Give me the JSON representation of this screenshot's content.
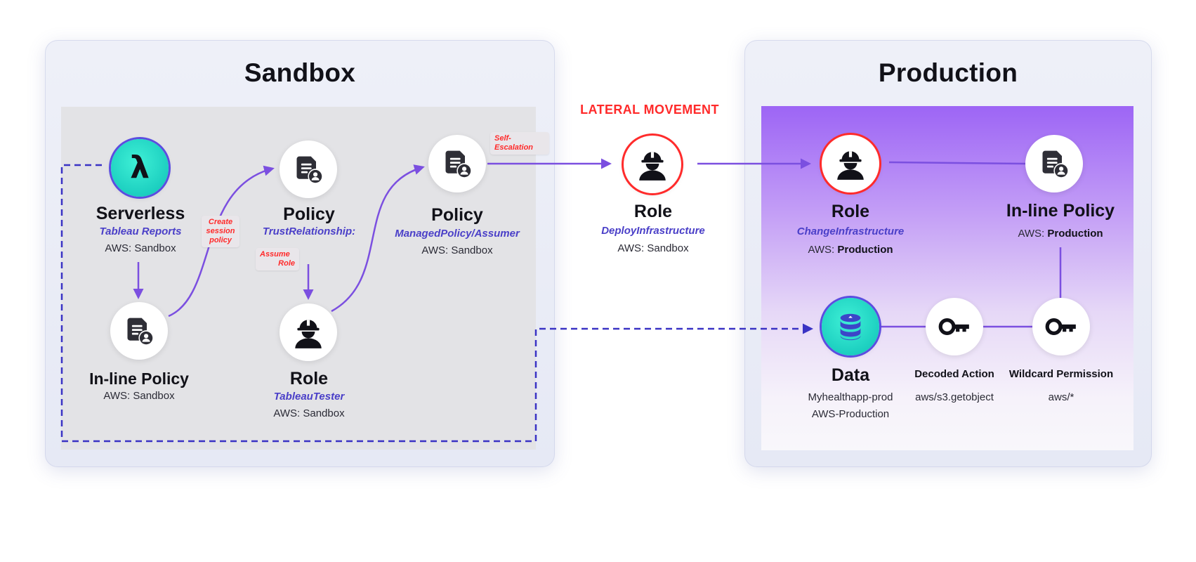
{
  "sandbox": {
    "title": "Sandbox",
    "serverless": {
      "title": "Serverless",
      "subtitle": "Tableau Reports",
      "env": "AWS: Sandbox"
    },
    "inline_policy": {
      "title": "In-line Policy",
      "env": "AWS: Sandbox"
    },
    "policy_trust": {
      "title": "Policy",
      "subtitle": "TrustRelationship:"
    },
    "role_tester": {
      "title": "Role",
      "subtitle": "TableauTester",
      "env": "AWS: Sandbox"
    },
    "policy_managed": {
      "title": "Policy",
      "subtitle": "ManagedPolicy/Assumer",
      "env": "AWS: Sandbox"
    }
  },
  "tags": {
    "create_session": [
      "Create",
      "session",
      "policy"
    ],
    "assume_role": [
      "Assume",
      "Role"
    ],
    "self_escalation": [
      "Self-",
      "Escalation"
    ]
  },
  "lateral": {
    "heading": "LATERAL MOVEMENT",
    "role": {
      "title": "Role",
      "subtitle": "DeployInfrastructure",
      "env": "AWS: Sandbox"
    }
  },
  "production": {
    "title": "Production",
    "role": {
      "title": "Role",
      "subtitle": "ChangeInfrastructure",
      "env_prefix": "AWS: ",
      "env_bold": "Production"
    },
    "inline_policy": {
      "title": "In-line Policy",
      "env_prefix": "AWS: ",
      "env_bold": "Production"
    },
    "data": {
      "title": "Data",
      "line1": "Myhealthapp-prod",
      "line2": "AWS-Production"
    },
    "decoded_action": {
      "title": "Decoded Action",
      "value": "aws/s3.getobject"
    },
    "wildcard_permission": {
      "title": "Wildcard Permission",
      "value": "aws/*"
    }
  },
  "colors": {
    "arrow_purple": "#7b4fe0",
    "dashed_blue": "#3a33c4",
    "alert_red": "#ff2a2a",
    "teal": "#1ccfc0",
    "production_purple": "#9d65f5"
  },
  "icons": {
    "serverless": "lambda-icon",
    "policy": "policy-document-icon",
    "role": "worker-helmet-icon",
    "data": "database-icon",
    "key": "key-icon"
  }
}
